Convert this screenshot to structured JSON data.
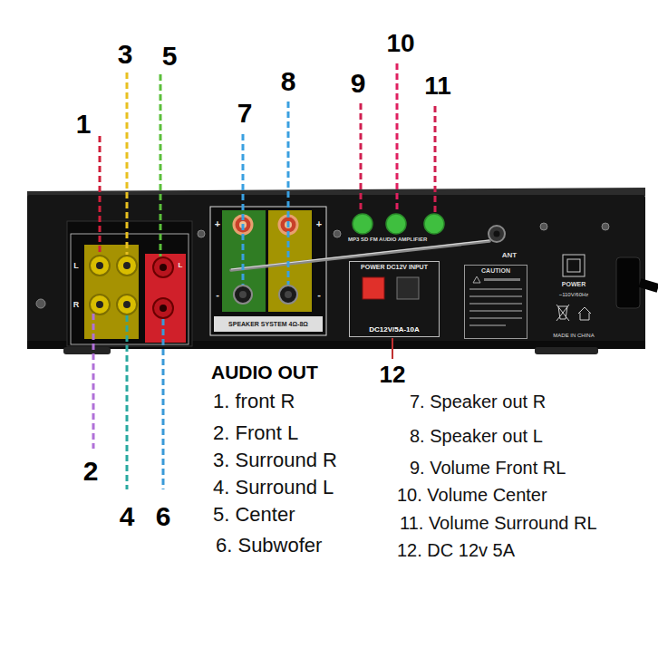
{
  "diagram": {
    "nodes": [
      {
        "text": [
          "SPEAKER SYSTEM 4Ω-8Ω"
        ]
      },
      {
        "text": [
          "POWER DC12V INPUT",
          "DC12V/5A-10A"
        ]
      },
      {
        "text": [
          "CAUTION"
        ]
      }
    ],
    "labels": [
      "1",
      "2",
      "3",
      "4",
      "5",
      "6",
      "7",
      "8",
      "9",
      "10",
      "11",
      "12",
      "AUDIO OUT",
      "1. front R",
      "2. Front L",
      "3. Surround R",
      "4. Surround L",
      "5. Center",
      "6. Subwofer",
      "7. Speaker out R",
      "8. Speaker out L",
      "9. Volume Front RL",
      "10. Volume Center",
      "11. Volume Surround RL",
      "12. DC 12v 5A",
      "L",
      "R",
      "L",
      "+",
      "+",
      "-",
      "-",
      "MP3 SD FM AUDIO AMPLIFIER",
      "ANT",
      "POWER",
      "~110V/60Hz",
      "MADE IN CHINA"
    ]
  }
}
